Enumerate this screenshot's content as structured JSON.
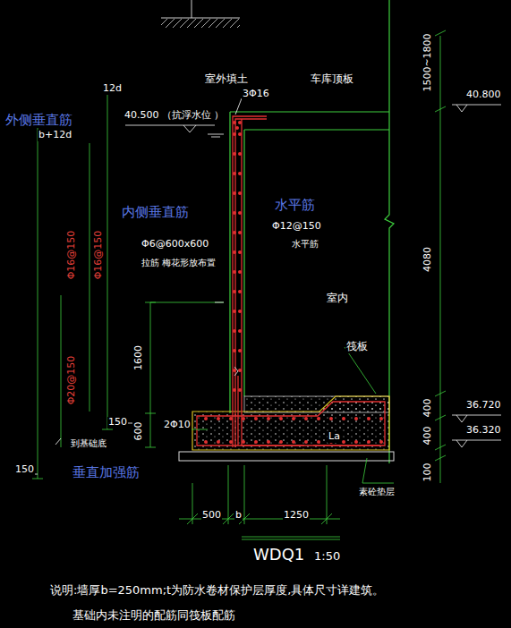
{
  "diagram": {
    "title": "WDQ1",
    "labels": [
      "外侧垂直筋",
      "12d",
      "b+12d",
      "室外填土",
      "3Φ16",
      "车库顶板",
      "40.500 （抗浮水位 ）",
      "40.800",
      "1500~1800",
      "内侧垂直筋",
      "水平筋",
      "Φ12@150",
      "水平筋",
      "Φ6@600x600",
      "拉筋 梅花形放布置",
      "Φ16@150",
      "Φ16@150",
      "Φ20@150",
      "4080",
      "室内",
      "1600",
      "筏板",
      "36.720",
      "36.320",
      "400",
      "400",
      "600",
      "150",
      "2Φ10",
      "La",
      "到基础底",
      "150",
      "垂直加强筋",
      "100",
      "素砼垫层",
      "500",
      "b",
      "1250",
      "1:50",
      "说明:墙厚b=250mm;t为防水卷材保护层厚度,具体尺寸详建筑。",
      "基础内未注明的配筋同筏板配筋"
    ]
  }
}
